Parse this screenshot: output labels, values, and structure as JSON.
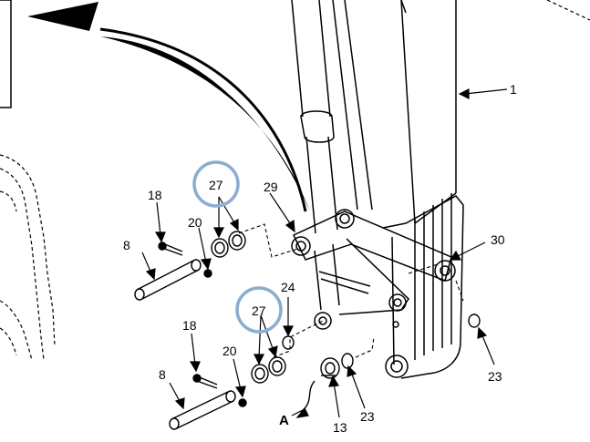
{
  "diagram": {
    "labels": {
      "l1": "1",
      "l8a": "8",
      "l8b": "8",
      "l13": "13",
      "l18a": "18",
      "l18b": "18",
      "l20a": "20",
      "l20b": "20",
      "l23a": "23",
      "l23b": "23",
      "l24": "24",
      "l27a": "27",
      "l27b": "27",
      "l29": "29",
      "l30": "30",
      "lA": "A"
    },
    "highlight_color": "#8aaed0",
    "line_color": "#000000"
  }
}
